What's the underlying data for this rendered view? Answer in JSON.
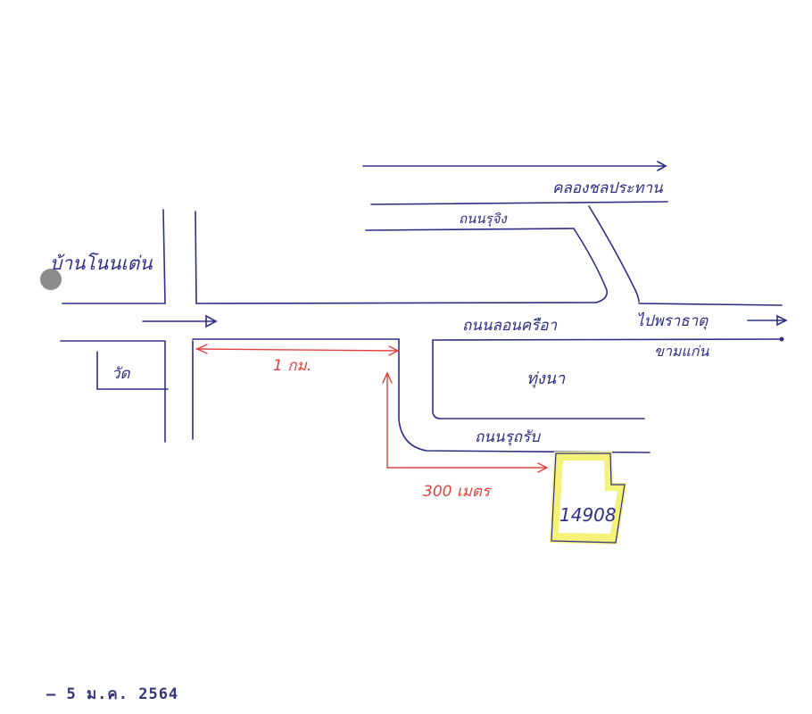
{
  "labels": {
    "village": "บ้านโนนเต่น",
    "temple": "วัด",
    "canal": "คลองชลประทาน",
    "road_top": "ถนนรุจิง",
    "main_road": "ถนนลอนครือา",
    "to_station": "ไปพราธาตุ",
    "kham_kaen": "ขามแก่น",
    "pond": "ทุ่งนา",
    "road_bottom": "ถนนรุถรับ",
    "dist_1km": "1 กม.",
    "dist_300m": "300 เมตร",
    "parcel_no": "14908"
  },
  "date_stamp": "– 5 ม.ค. 2564",
  "colors": {
    "roads": "#2e2e86",
    "measurements": "#e0413f",
    "parcel_highlight": "#f5f27a"
  }
}
